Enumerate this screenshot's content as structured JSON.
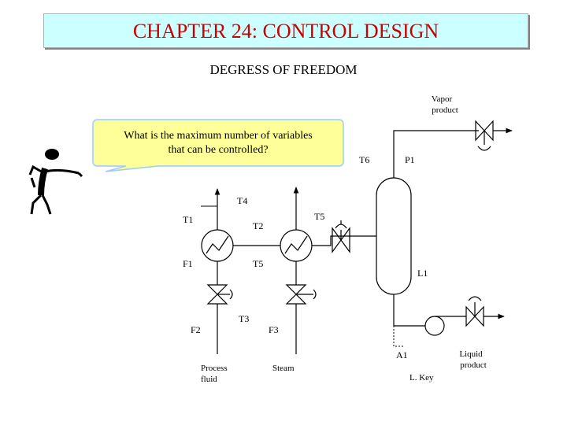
{
  "title": "CHAPTER 24: CONTROL DESIGN",
  "subtitle": "DEGRESS OF FREEDOM",
  "callout": {
    "line1": "What is the maximum number of variables",
    "line2": "that can be controlled?"
  },
  "labels": {
    "vapor1": "Vapor",
    "vapor2": "product",
    "t6": "T6",
    "p1": "P1",
    "t4": "T4",
    "t5_top": "T5",
    "t1": "T1",
    "t2": "T2",
    "f1": "F1",
    "t5_mid": "T5",
    "l1": "L1",
    "t3": "T3",
    "f2": "F2",
    "f3": "F3",
    "a1": "A1",
    "process1": "Process",
    "process2": "fluid",
    "steam": "Steam",
    "lkey": "L. Key",
    "liquid1": "Liquid",
    "liquid2": "product"
  },
  "colors": {
    "title_text": "#cc0000",
    "title_bg": "#ccffff",
    "callout_bg": "#ffff99",
    "callout_border": "#99ccff"
  }
}
